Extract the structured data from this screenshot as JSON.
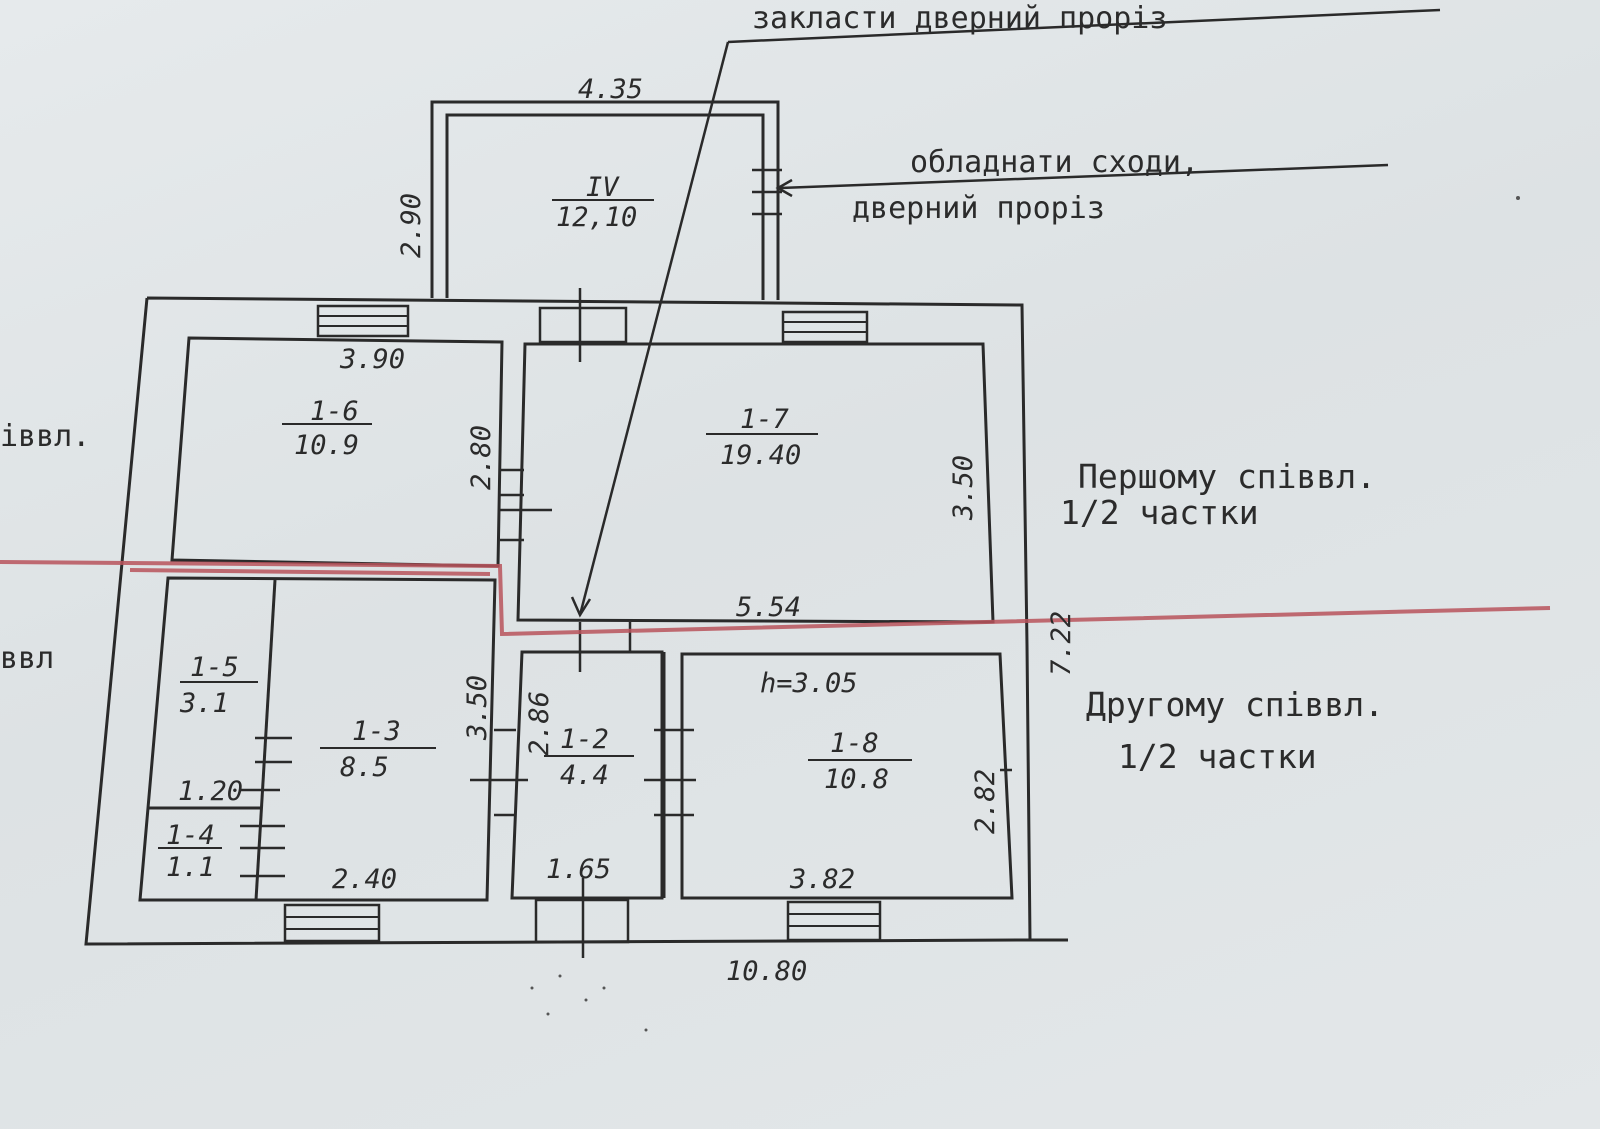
{
  "notes": {
    "top": "закласти дверний проріз",
    "stairs_line1": "обладнати сходи,",
    "stairs_line2": "дверний проріз",
    "first_line1": "Першому співвл.",
    "first_line2": "1/2 частки",
    "second_line1": "Другому співвл.",
    "second_line2": "1/2 частки",
    "left_cut_1": "іввл.",
    "left_cut_2": "ввл"
  },
  "dimensions": {
    "d435": "4.35",
    "d290": "2.90",
    "d390": "3.90",
    "d280": "2.80",
    "d350_right": "3.50",
    "d554": "5.54",
    "d722": "7.22",
    "d350_left": "3.50",
    "d286": "2.86",
    "d120": "1.20",
    "d240": "2.40",
    "d165": "1.65",
    "d382": "3.82",
    "d282": "2.82",
    "d1080": "10.80",
    "height": "h=3.05"
  },
  "rooms": {
    "r4": {
      "id": "IV",
      "area": "12,10"
    },
    "r16": {
      "id": "1-6",
      "area": "10.9"
    },
    "r17": {
      "id": "1-7",
      "area": "19.40"
    },
    "r15": {
      "id": "1-5",
      "area": "3.1"
    },
    "r13": {
      "id": "1-3",
      "area": "8.5"
    },
    "r14": {
      "id": "1-4",
      "area": "1.1"
    },
    "r12": {
      "id": "1-2",
      "area": "4.4"
    },
    "r18": {
      "id": "1-8",
      "area": "10.8"
    }
  }
}
